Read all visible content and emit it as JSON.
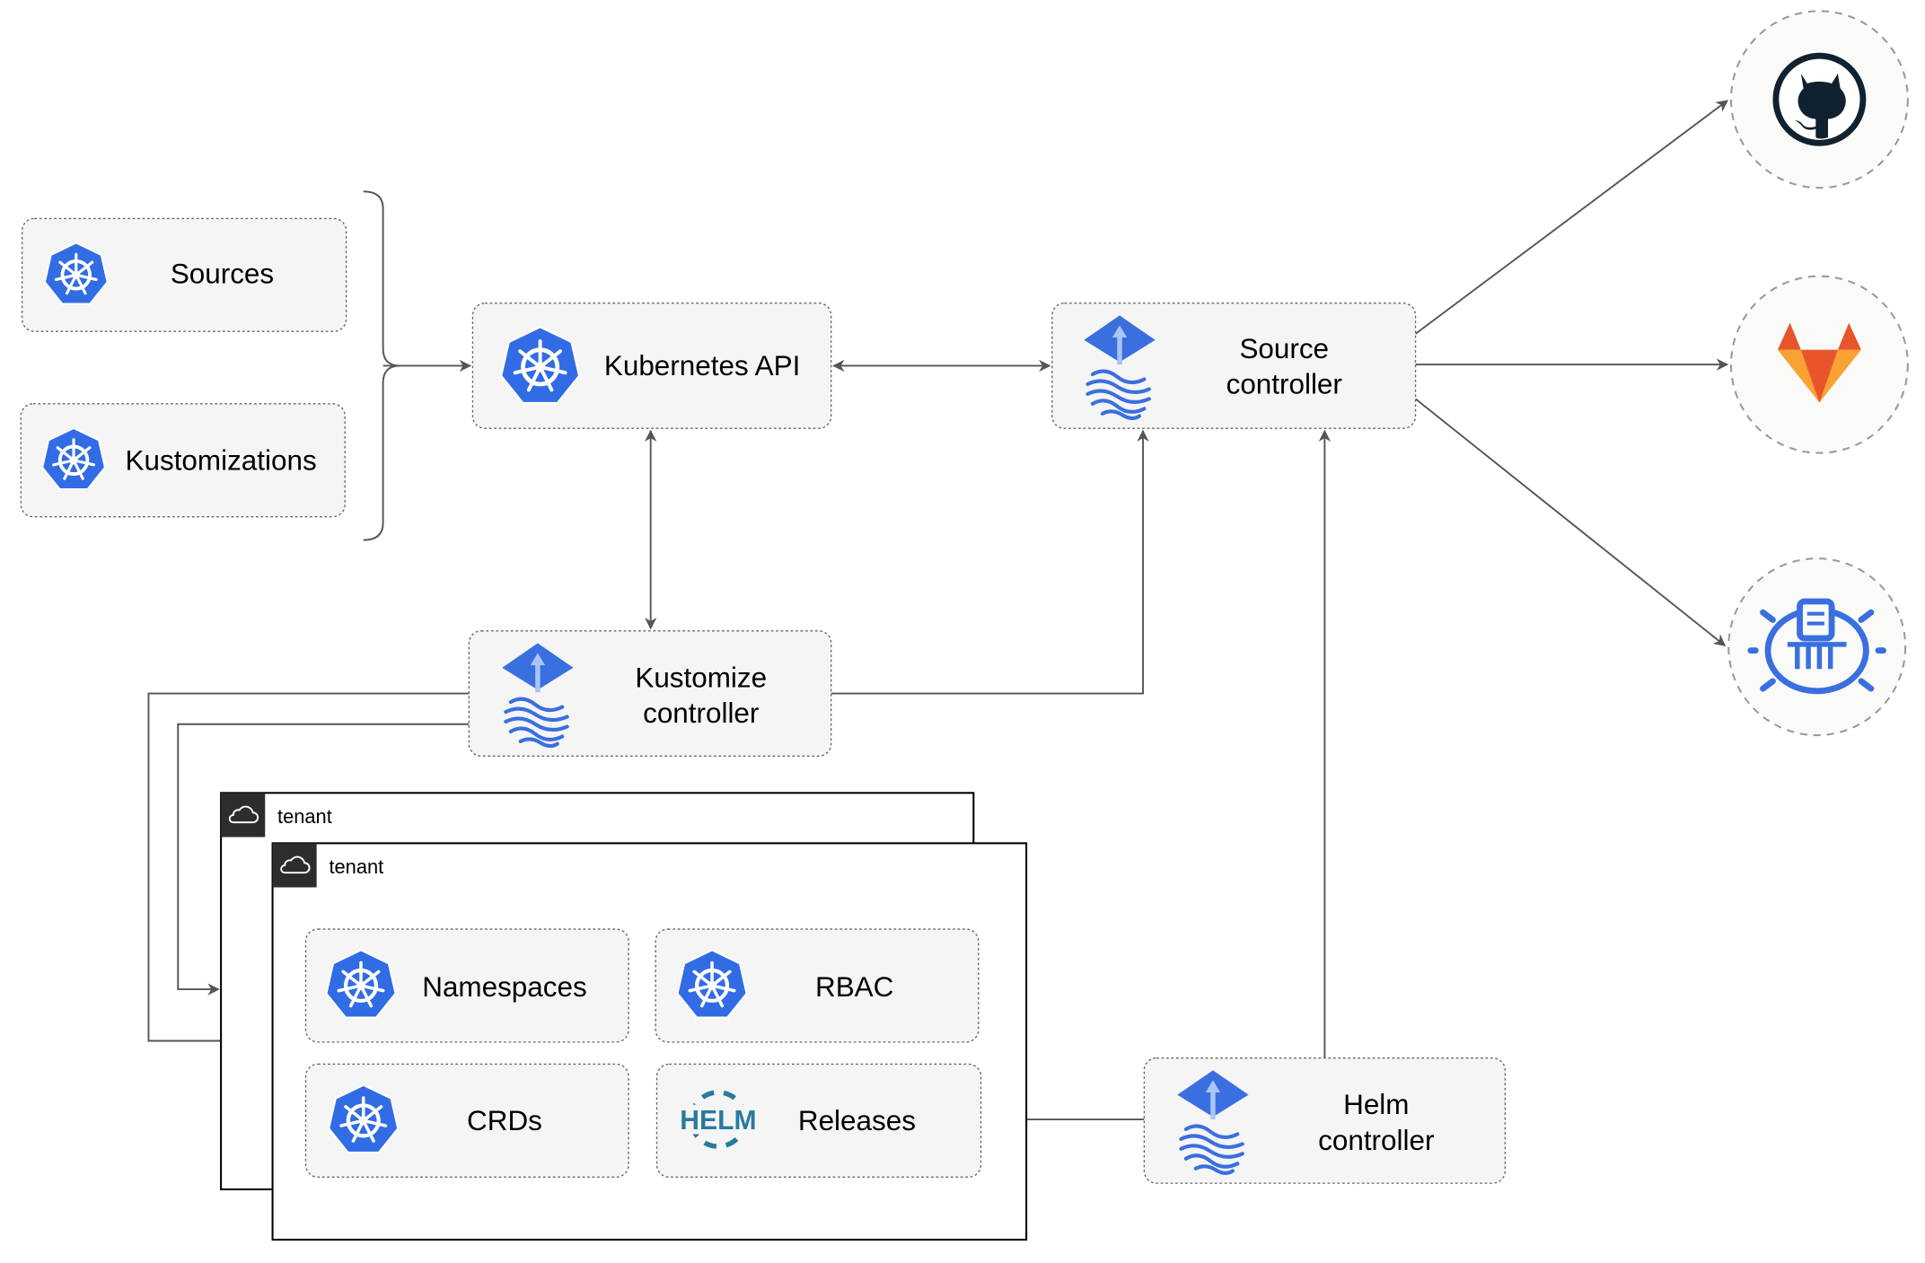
{
  "nodes": {
    "sources": "Sources",
    "kustomizations": "Kustomizations",
    "kubernetes_api": "Kubernetes API",
    "source_controller": [
      "Source",
      "controller"
    ],
    "kustomize_controller": [
      "Kustomize",
      "controller"
    ],
    "helm_controller": [
      "Helm",
      "controller"
    ],
    "namespaces": "Namespaces",
    "rbac": "RBAC",
    "crds": "CRDs",
    "releases": "Releases"
  },
  "tenants": [
    "tenant",
    "tenant"
  ],
  "helm_logo_text": "HELM",
  "external_sources": [
    "github-icon",
    "gitlab-icon",
    "bucket-icon"
  ],
  "colors": {
    "kubernetes_blue": "#326ce5",
    "flux_blue": "#3a6fe0",
    "github": "#10222f",
    "gitlab_orange": "#e8552b",
    "gitlab_yellow": "#f9a233",
    "helm": "#277a9f",
    "edge": "#555555"
  }
}
